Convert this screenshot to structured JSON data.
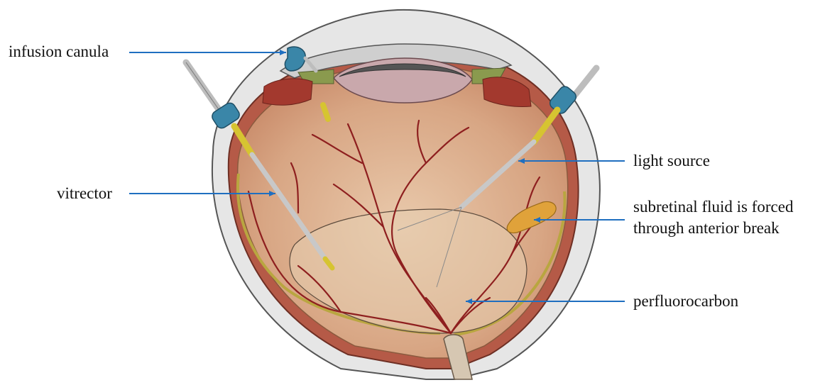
{
  "labels": {
    "infusion": "infusion canula",
    "vitrector": "vitrector",
    "light": "light source",
    "subretinal_1": "subretinal fluid is forced",
    "subretinal_2": "through anterior break",
    "pfc": "perfluorocarbon"
  },
  "colors": {
    "arrow": "#1f6fc0",
    "sclera": "#e4e4e4",
    "retina": "#d9a883",
    "vessel": "#8e1f1f",
    "instrument_tip": "#d6c431",
    "trocar": "#2f7fa0"
  }
}
